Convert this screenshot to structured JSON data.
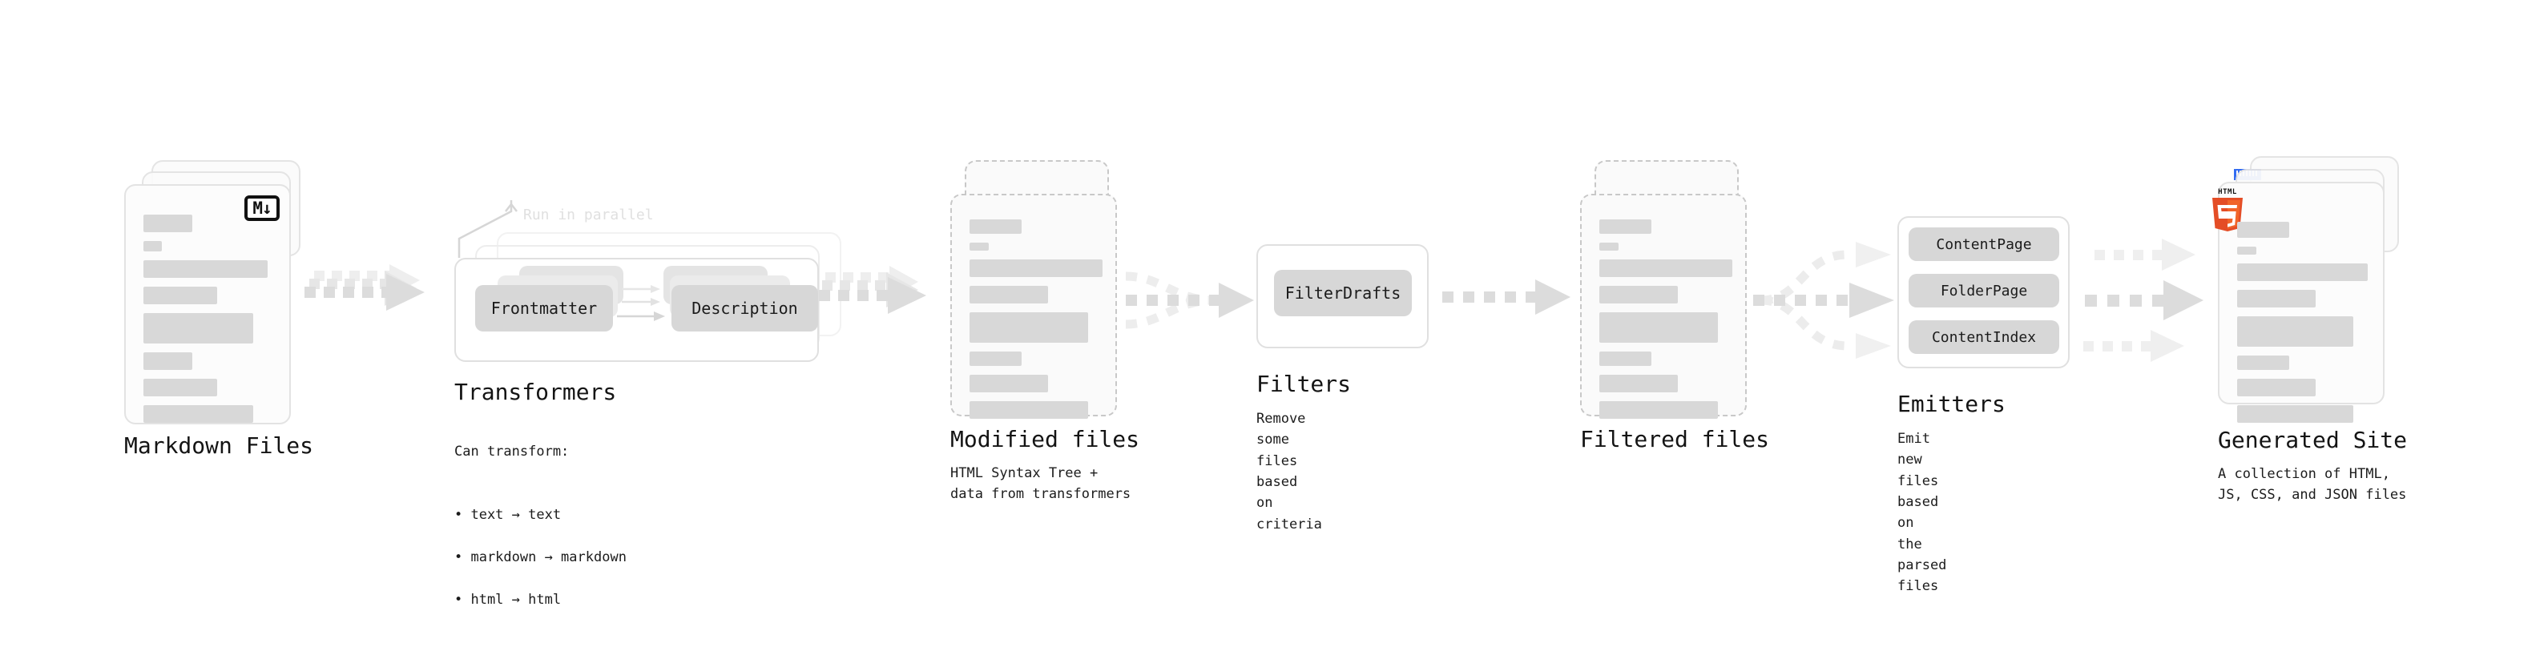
{
  "diagram": {
    "title_semantics": "static site generator build pipeline",
    "accent_colors": {
      "bar": "#d8d8d8",
      "card_border": "#e3e3e3",
      "dashed_border": "#c8c8c8",
      "arrow": "#d9d9d9",
      "pill": "#d7d7d7",
      "text": "#141414",
      "muted_text": "#e0e0e0",
      "html5_orange": "#e44d26",
      "html5_orange_light": "#f16529",
      "js_yellow": "#f7df1e",
      "css_blue": "#2965f1"
    }
  },
  "stages": [
    {
      "id": "markdown-files",
      "title": "Markdown Files",
      "description": "",
      "badge": "markdown-icon",
      "badge_text": "M↓"
    },
    {
      "id": "transformers",
      "title": "Transformers",
      "description": "Can transform:",
      "bullets": [
        "• text → text",
        "• markdown → markdown",
        "• html → html"
      ],
      "parallel_note": "Run in parallel",
      "pills": [
        "Frontmatter",
        "Description"
      ]
    },
    {
      "id": "modified-files",
      "title": "Modified files",
      "description": "HTML Syntax Tree +\ndata from transformers"
    },
    {
      "id": "filters",
      "title": "Filters",
      "description": "Remove some files based\non criteria",
      "pills": [
        "FilterDrafts"
      ]
    },
    {
      "id": "filtered-files",
      "title": "Filtered files",
      "description": ""
    },
    {
      "id": "emitters",
      "title": "Emitters",
      "description": "Emit new files based on\nthe parsed files",
      "pills": [
        "ContentPage",
        "FolderPage",
        "ContentIndex"
      ]
    },
    {
      "id": "generated-site",
      "title": "Generated Site",
      "description": "A collection of HTML,\nJS, CSS, and JSON files",
      "badges": [
        "css3-icon",
        "javascript-icon",
        "html5-icon"
      ],
      "html5_word": "HTML",
      "html5_number": "5"
    }
  ]
}
